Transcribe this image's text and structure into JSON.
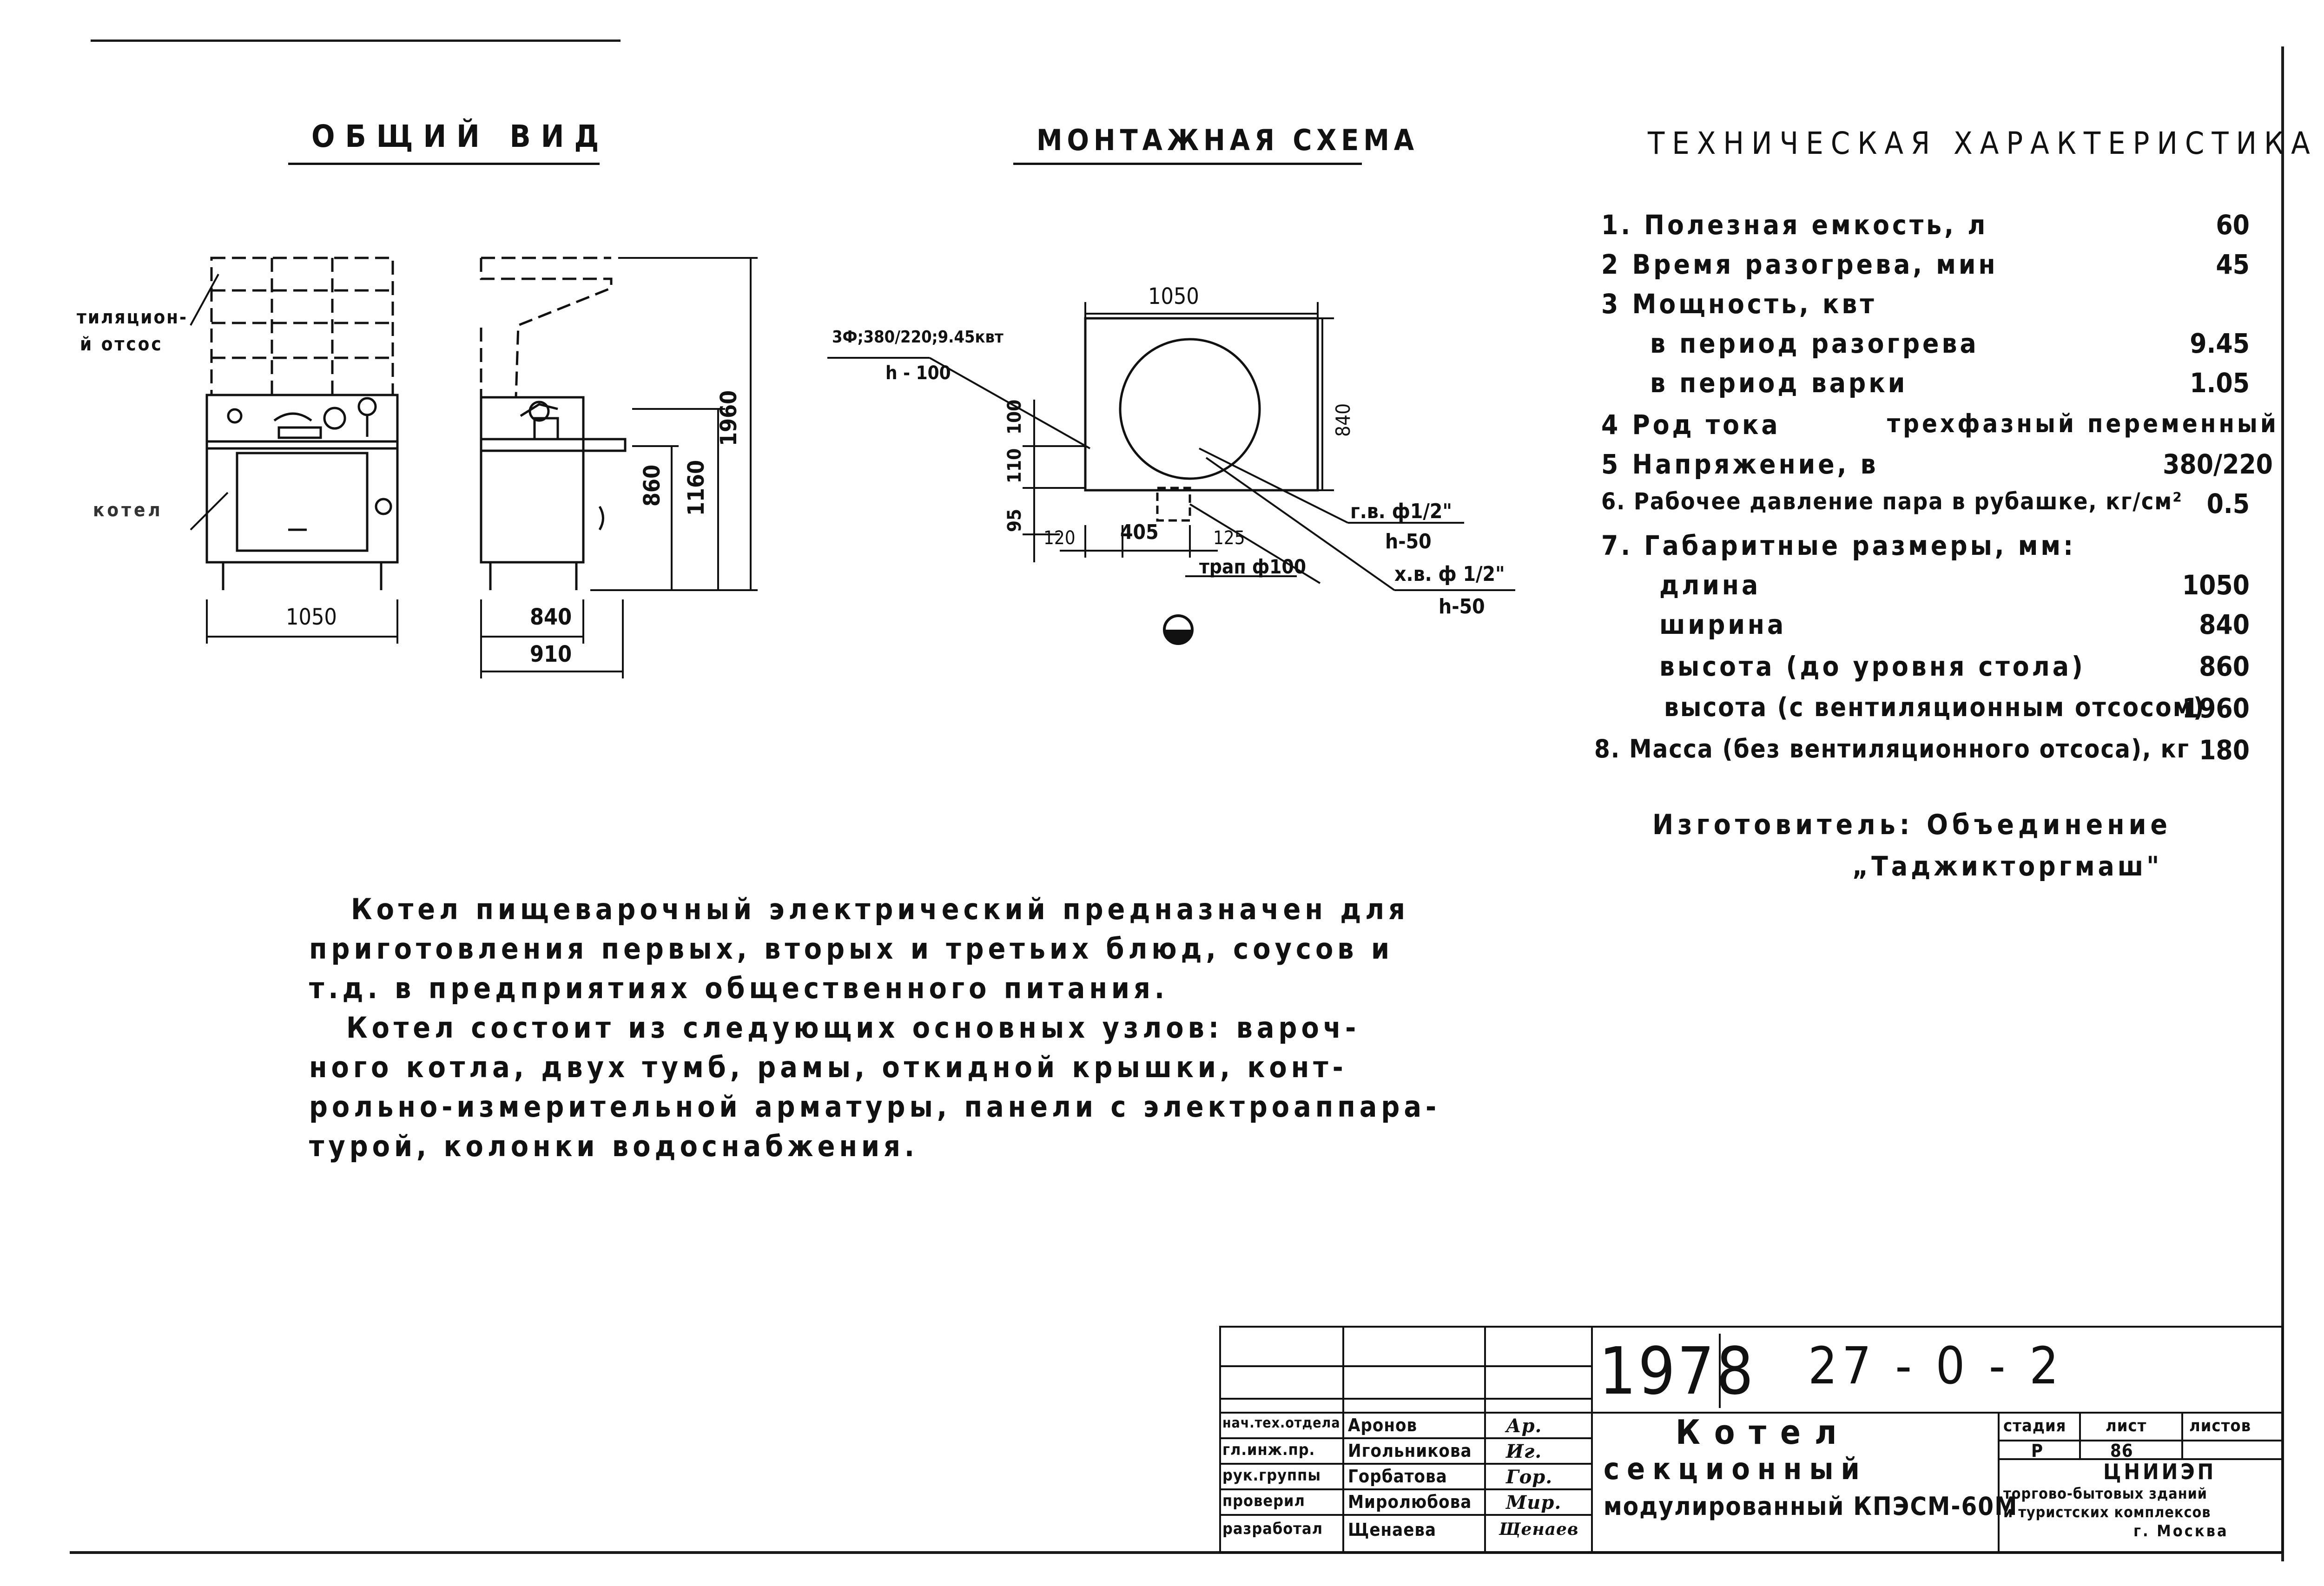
{
  "titles": {
    "general_view": "Общий вид",
    "mounting_scheme": "Монтажная схема",
    "tech_specs": "Техническая характеристика"
  },
  "general_view": {
    "label_hood": "вентиляцион-\nный отсос",
    "label_hood_line1": "тиляцион-",
    "label_hood_line2": "й отсос",
    "label_kettle": "котел",
    "dim_width": "1050",
    "dim_depth_inner": "840",
    "dim_depth_outer": "910",
    "dim_h_table": "860",
    "dim_h_mid": "1160",
    "dim_h_total": "1960"
  },
  "mounting": {
    "supply_label": "3Ф;380/220;9.45квт",
    "supply_h": "h - 100",
    "dim_top": "1050",
    "dim_right": "840",
    "dim_left_100": "100",
    "dim_left_110": "110",
    "dim_left_95": "95",
    "dim_bottom_120": "120",
    "dim_bottom_405": "405",
    "dim_bottom_125": "125",
    "hot_water": "г.в. ф1/2\"",
    "hot_water_h": "h-50",
    "cold_water": "х.в. ф 1/2\"",
    "cold_water_h": "h-50",
    "drain": "трап ф100"
  },
  "specs": [
    {
      "label": "1. Полезная емкость, л",
      "value": "60"
    },
    {
      "label": "2 Время разогрева, мин",
      "value": "45"
    },
    {
      "label": "3 Мощность, квт",
      "value": ""
    },
    {
      "label": "в период разогрева",
      "value": "9.45"
    },
    {
      "label": "в период варки",
      "value": "1.05"
    },
    {
      "label": "4 Род тока",
      "value": "трехфазный переменный"
    },
    {
      "label": "5 Напряжение, в",
      "value": "380/220"
    },
    {
      "label": "6. Рабочее давление пара в рубашке, кг/см²",
      "value": "0.5"
    },
    {
      "label": "7. Габаритные размеры, мм:",
      "value": ""
    },
    {
      "label": "длина",
      "value": "1050"
    },
    {
      "label": "ширина",
      "value": "840"
    },
    {
      "label": "высота (до уровня стола)",
      "value": "860"
    },
    {
      "label": "высота (с вентиляционным отсосом)",
      "value": "1960"
    },
    {
      "label": "8. Масса (без вентиляционного отсоса), кг",
      "value": "180"
    }
  ],
  "manufacturer": {
    "line1": "Изготовитель: Объединение",
    "line2": "„Таджикторгмаш\""
  },
  "description": [
    "Котел пищеварочный электрический предназначен для",
    "приготовления первых, вторых и третьих блюд, соусов и",
    "т.д. в предприятиях общественного питания.",
    "Котел состоит из следующих основных узлов: вароч-",
    "ного котла, двух тумб, рамы, откидной крышки, конт-",
    "рольно-измерительной арматуры, панели с электроаппара-",
    "турой, колонки водоснабжения."
  ],
  "stamp": {
    "year": "1978",
    "code": "27 - 0 - 2",
    "roles": [
      {
        "role": "нач.тех.отдела",
        "name": "Аронов",
        "sign": "Ар."
      },
      {
        "role": "гл.инж.пр.",
        "name": "Игольникова",
        "sign": "Иг."
      },
      {
        "role": "рук.группы",
        "name": "Горбатова",
        "sign": "Гор."
      },
      {
        "role": "проверил",
        "name": "Миролюбова",
        "sign": "Мир."
      },
      {
        "role": "разработал",
        "name": "Щенаева",
        "sign": "Щенаев"
      }
    ],
    "title_line1": "Котел",
    "title_line2": "секционный",
    "title_line3": "модулированный КПЭСМ-60М",
    "stage_header": "стадия",
    "sheet_header": "лист",
    "sheets_header": "листов",
    "stage_value": "Р",
    "sheet_value": "86",
    "sheets_value": "",
    "org_line1": "ЦНИИЭП",
    "org_line2": "торгово-бытовых зданий",
    "org_line3": "и туристских комплексов",
    "org_line4": "г. Москва"
  }
}
